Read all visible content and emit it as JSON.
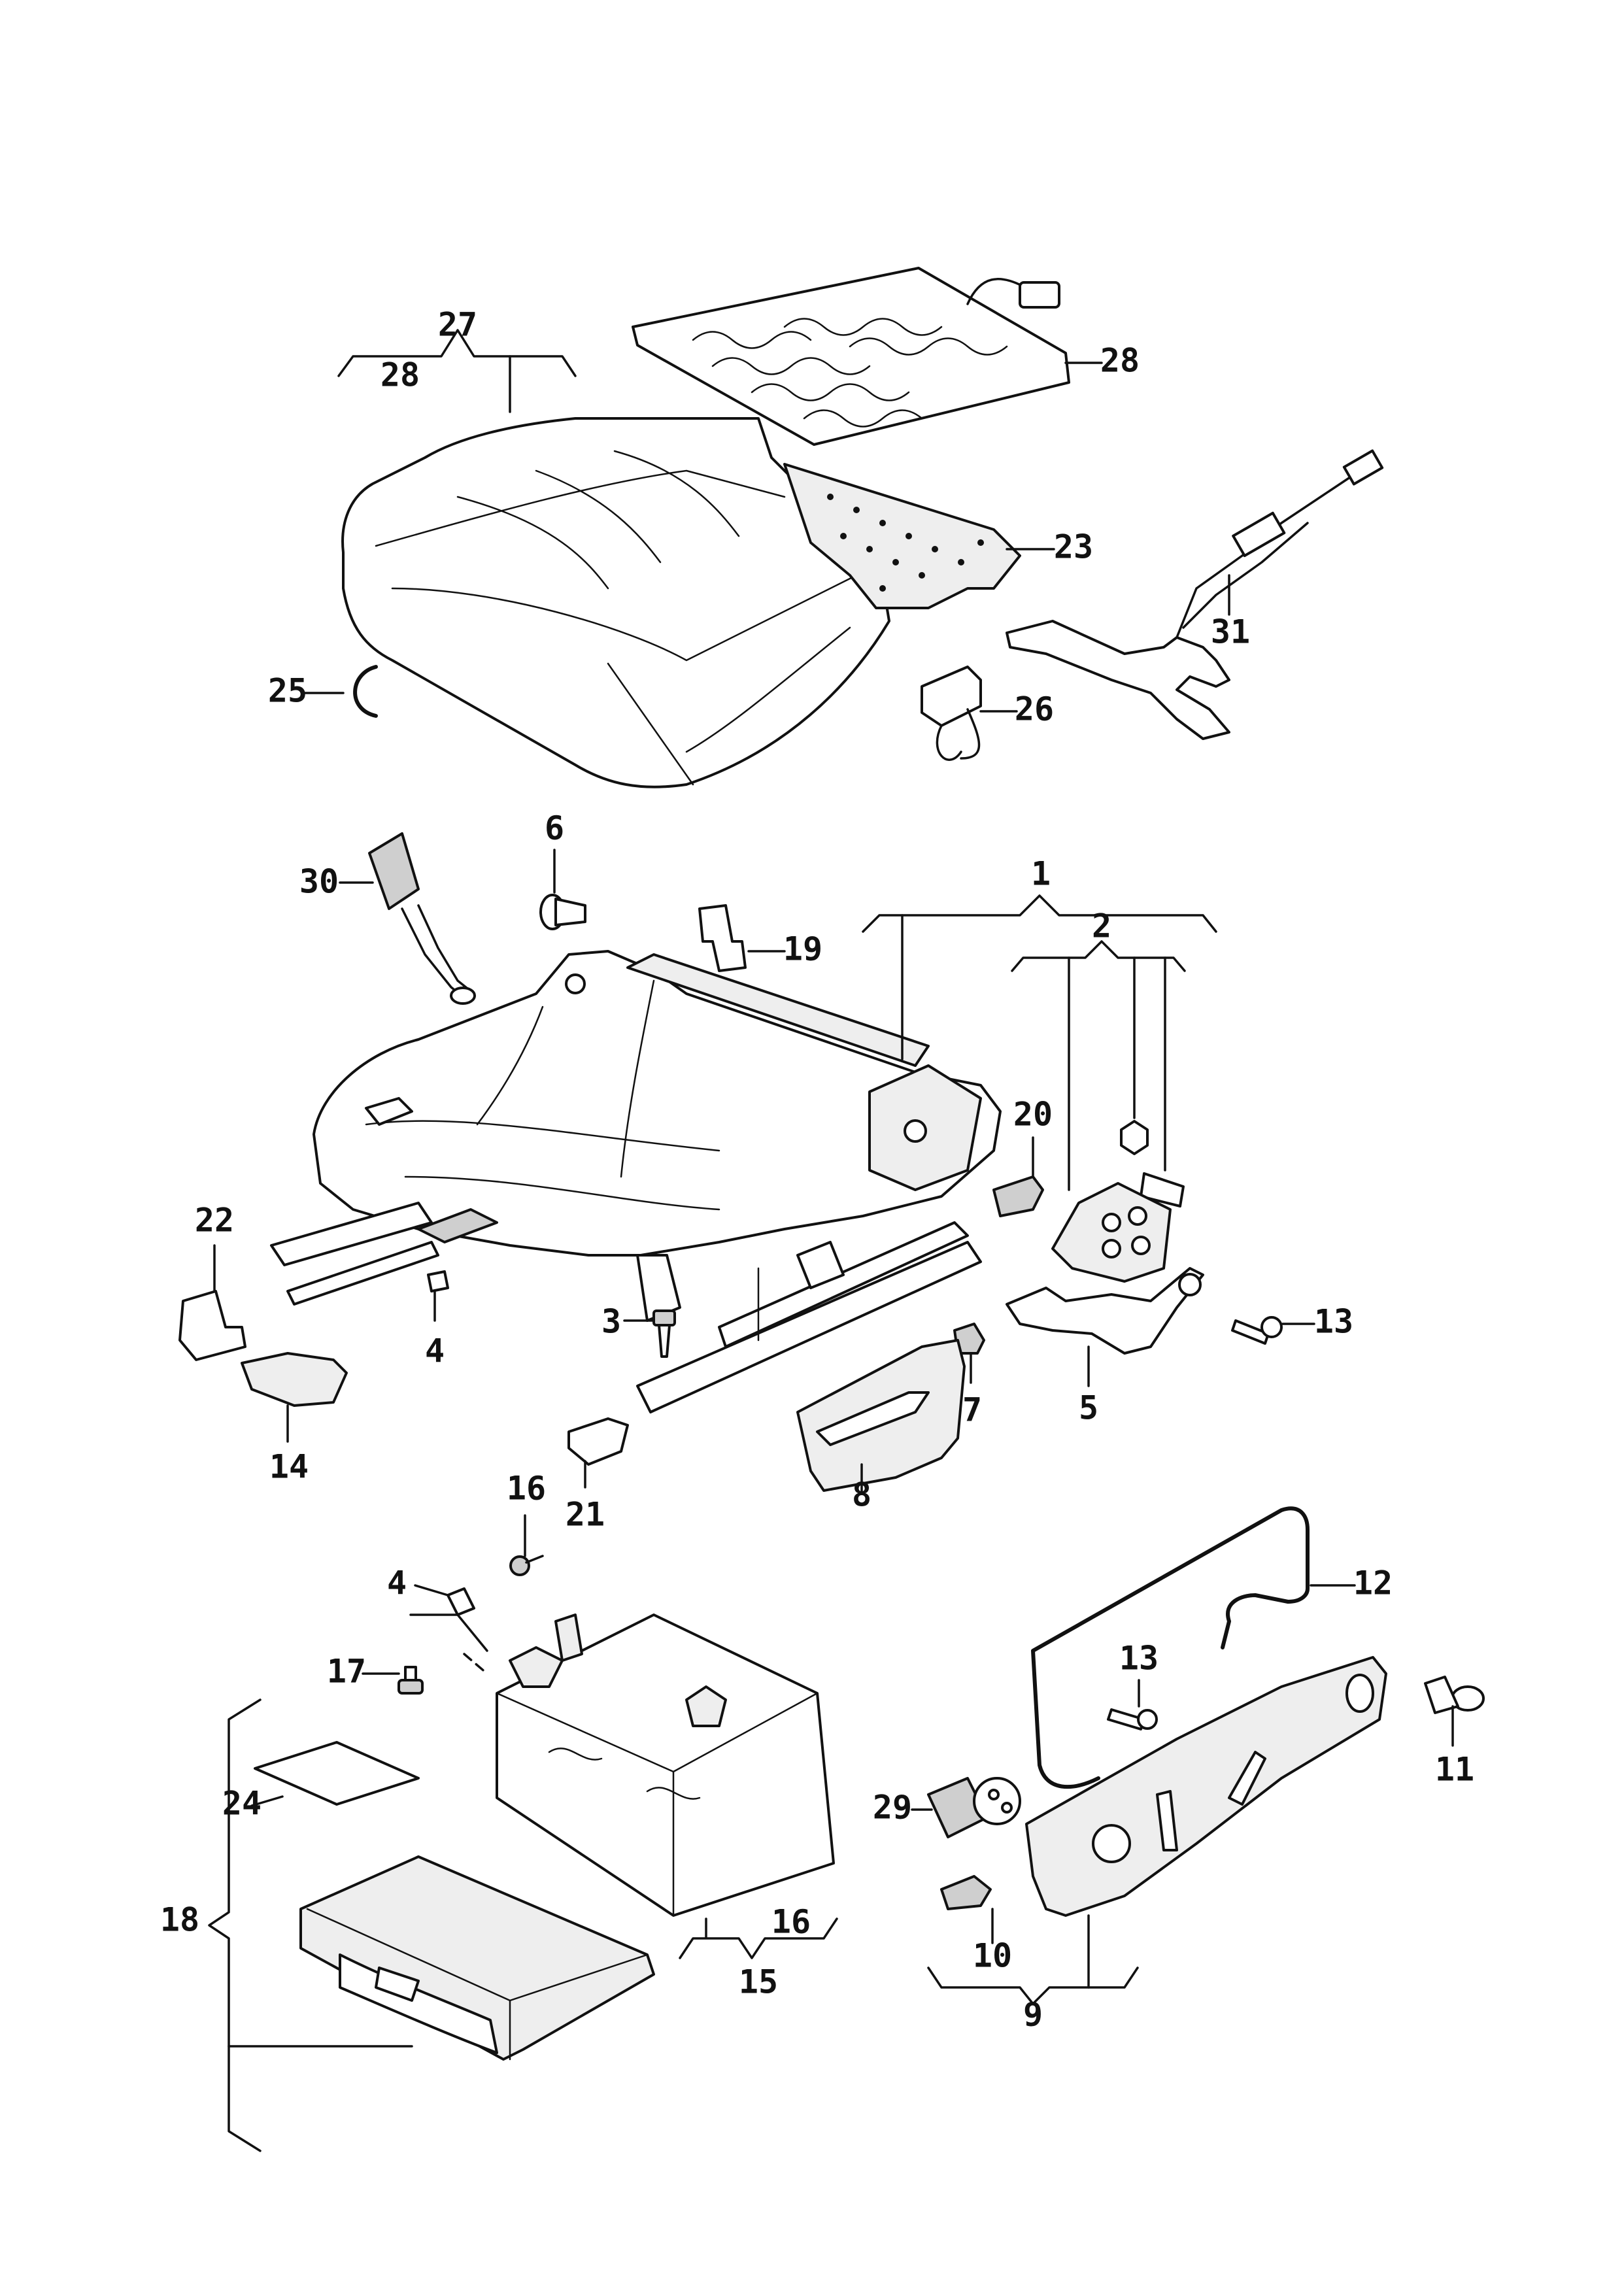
{
  "diagram": {
    "labels": {
      "1": "1",
      "2": "2",
      "3": "3",
      "4a": "4",
      "4b": "4",
      "5": "5",
      "6": "6",
      "7": "7",
      "8": "8",
      "9": "9",
      "10": "10",
      "11": "11",
      "12": "12",
      "13a": "13",
      "13b": "13",
      "14": "14",
      "15": "15",
      "16a": "16",
      "16b": "16",
      "17": "17",
      "18": "18",
      "19": "19",
      "20": "20",
      "21": "21",
      "22": "22",
      "23": "23",
      "24": "24",
      "25": "25",
      "26": "26",
      "27": "27",
      "28a": "28",
      "28b": "28",
      "29": "29",
      "30": "30",
      "31": "31"
    }
  },
  "colors": {
    "line": "#111111",
    "background": "#ffffff",
    "fill_light": "#eeeeee",
    "fill_dark": "#cfcfcf"
  }
}
